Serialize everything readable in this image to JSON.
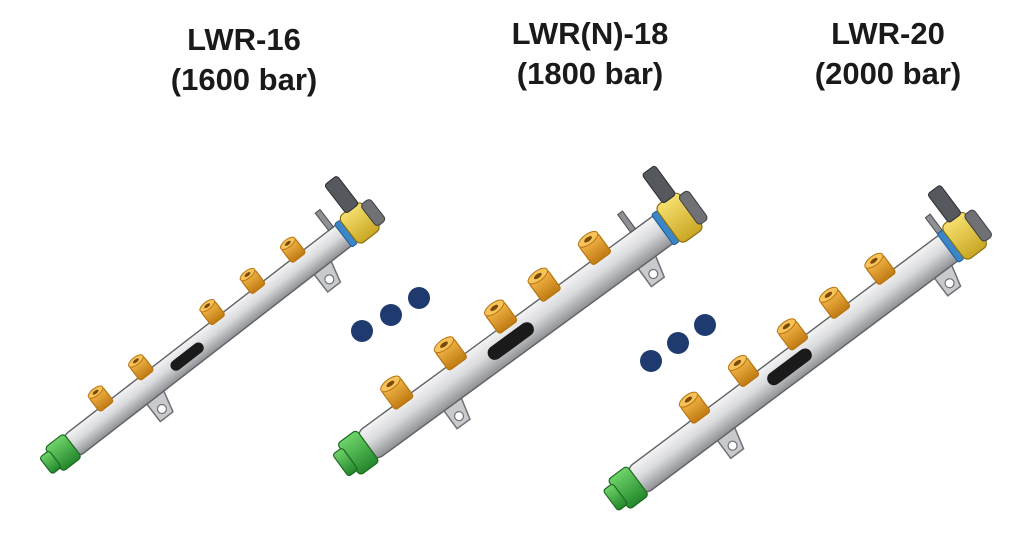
{
  "rails": [
    {
      "name": "LWR-16",
      "pressure": "(1600 bar)"
    },
    {
      "name": "LWR(N)-18",
      "pressure": "(1800 bar)"
    },
    {
      "name": "LWR-20",
      "pressure": "(2000 bar)"
    }
  ],
  "colors": {
    "tube": "#d9dadc",
    "tube_shade": "#9a9ca0",
    "fitting": "#e8a020",
    "fitting_dark": "#b87410",
    "sensor": "#f0d040",
    "seal": "#3b86c8",
    "end_cap": "#3cb043",
    "slot": "#1a1a1a",
    "dot": "#1f3a6e"
  }
}
